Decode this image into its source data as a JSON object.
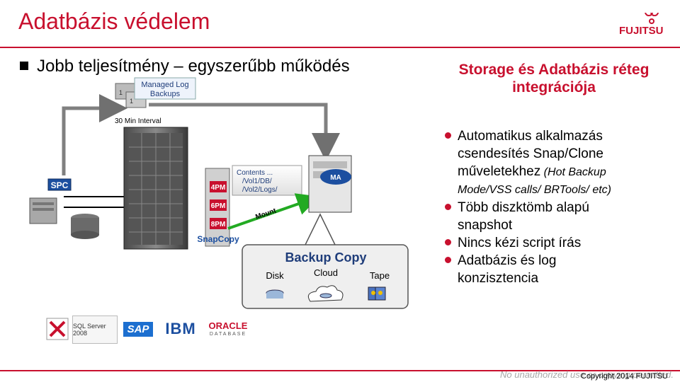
{
  "title": "Adatbázis védelem",
  "subtitle": "Jobb teljesítmény – egyszerűbb működés",
  "right_heading": {
    "line1": "Storage és Adatbázis réteg",
    "line2": "integrációja"
  },
  "features": [
    {
      "lines": [
        "Automatikus alkalmazás",
        "csendesítés Snap/Clone"
      ],
      "bold_tail": "műveletekhez",
      "italic": " (Hot Backup",
      "italic2": "Mode/VSS calls/ BRTools/ etc)"
    },
    {
      "lines": [
        "Több diszktömb alapú",
        "snapshot"
      ]
    },
    {
      "lines": [
        "Nincs kézi script írás"
      ]
    },
    {
      "lines": [
        "Adatbázis és log",
        "konzisztencia"
      ]
    }
  ],
  "diagram": {
    "managed_log": "Managed Log",
    "backups": "Backups",
    "interval": "30 Min Interval",
    "spc": "SPC",
    "times": [
      "4PM",
      "6PM",
      "8PM"
    ],
    "snapcopy": "SnapCopy",
    "contents": "Contents ...",
    "path1": "/Vol1/DB/",
    "path2": "/Vol2/Logs/",
    "mount": "Mount",
    "ma": "MA",
    "backup_copy": "Backup Copy",
    "disk": "Disk",
    "cloud": "Cloud",
    "tape": "Tape"
  },
  "vendors": [
    "SQL Server 2008",
    "SAP",
    "IBM",
    "ORACLE",
    "DATABASE"
  ],
  "footer": {
    "warning": "No unauthorized use or copying permitted.",
    "copyright": "Copyright 2014 FUJITSU"
  },
  "logo": "FUJITSU",
  "colors": {
    "accent": "#c8102e",
    "arrow_grey": "#808080",
    "arrow_green": "#22aa22",
    "navy": "#1f3d7a"
  }
}
